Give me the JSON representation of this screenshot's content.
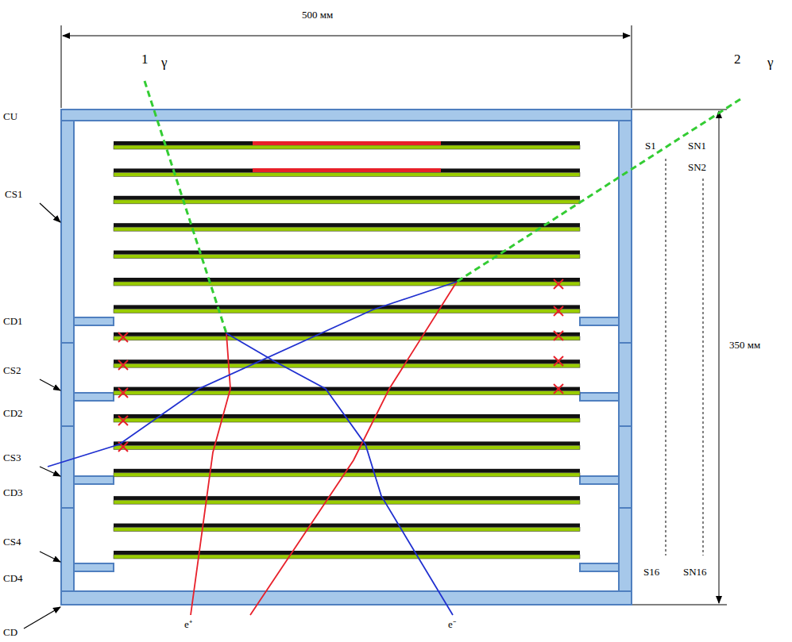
{
  "diagram": {
    "labels": [
      "500 мм",
      "1",
      "γ",
      "2",
      "γ",
      "CU",
      "CS1",
      "CD1",
      "CS2",
      "CD2",
      "CS3",
      "CD3",
      "CS4",
      "CD4",
      "CD",
      "S1",
      "SN1",
      "SN2",
      "S16",
      "SN16",
      "350 мм",
      "e⁺",
      "e⁻"
    ]
  }
}
